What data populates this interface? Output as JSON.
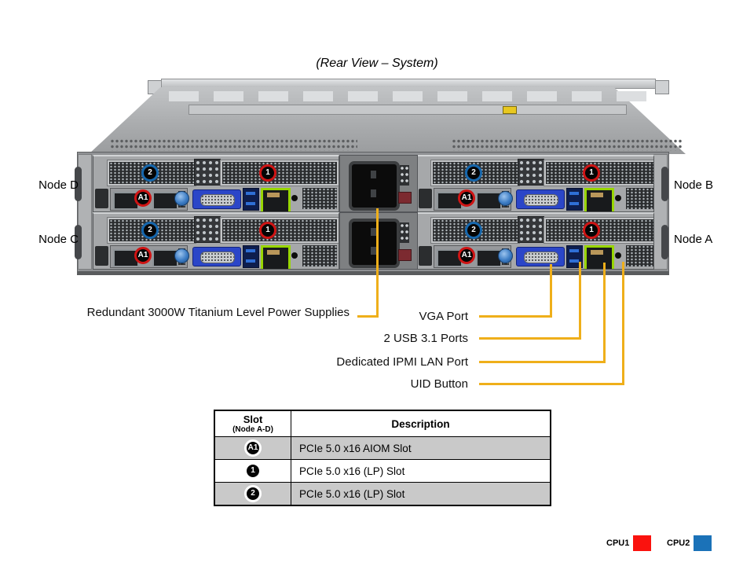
{
  "title": "(Rear View – System)",
  "node_labels": {
    "d": "Node D",
    "c": "Node C",
    "b": "Node B",
    "a": "Node A"
  },
  "badges": {
    "slot2": "2",
    "slot1": "1",
    "aiom": "A1"
  },
  "callouts": {
    "psu": {
      "label": "Redundant 3000W Titanium Level Power Supplies"
    },
    "vga": {
      "label": "VGA Port"
    },
    "usb": {
      "label": "2 USB 3.1 Ports"
    },
    "ipmi": {
      "label": "Dedicated IPMI LAN Port"
    },
    "uid": {
      "label": "UID Button"
    }
  },
  "table": {
    "header": {
      "slot": "Slot",
      "slot_sub": "(Node A-D)",
      "description": "Description"
    },
    "rows": [
      {
        "badge": "A1",
        "badge_color": "red",
        "desc": "PCIe 5.0 x16 AIOM Slot"
      },
      {
        "badge": "1",
        "badge_color": "red",
        "desc": "PCIe 5.0 x16 (LP) Slot"
      },
      {
        "badge": "2",
        "badge_color": "blue",
        "desc": "PCIe 5.0 x16 (LP) Slot"
      }
    ]
  },
  "legend": {
    "cpu1_label": "CPU1",
    "cpu2_label": "CPU2"
  },
  "colors": {
    "callout_line": "#EFAF1A",
    "badge_red": "#CE1414",
    "badge_blue": "#1667AD",
    "cpu1": "#FA120E",
    "cpu2": "#1B72B8",
    "vga_blue": "#2B46C8",
    "lan_green": "#98D600",
    "table_row_gray": "#C9C9C9"
  }
}
